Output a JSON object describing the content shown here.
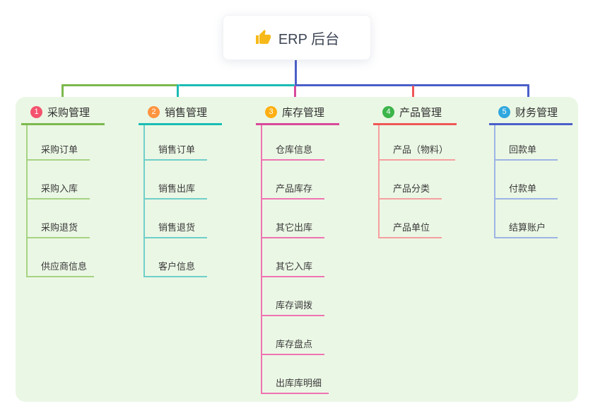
{
  "root": {
    "title": "ERP 后台",
    "icon": "thumbs-up-icon"
  },
  "colors": {
    "canvas_bg": "#ffffff",
    "panel_bg": "#ebf7e5",
    "root_connector": "#4a5fc9",
    "thumb_icon": "#f7b919",
    "root_text": "#3d4554",
    "node_text": "#3a3a3a"
  },
  "branches": [
    {
      "index": "1",
      "label": "采购管理",
      "line_color": "#7cb94e",
      "badge_color": "#f4536e",
      "child_line_color": "#a6d383",
      "children": [
        "采购订单",
        "采购入库",
        "采购退货",
        "供应商信息"
      ]
    },
    {
      "index": "2",
      "label": "销售管理",
      "line_color": "#1bbcb4",
      "badge_color": "#ff9440",
      "child_line_color": "#6fcfc9",
      "children": [
        "销售订单",
        "销售出库",
        "销售退货",
        "客户信息"
      ]
    },
    {
      "index": "3",
      "label": "库存管理",
      "line_color": "#d84a9b",
      "badge_color": "#ffaf13",
      "child_line_color": "#ee74b1",
      "children": [
        "仓库信息",
        "产品库存",
        "其它出库",
        "其它入库",
        "库存调拨",
        "库存盘点",
        "出库库明细"
      ]
    },
    {
      "index": "4",
      "label": "产品管理",
      "line_color": "#f05757",
      "badge_color": "#3cb54a",
      "child_line_color": "#f59f9f",
      "children": [
        "产品（物料）",
        "产品分类",
        "产品单位"
      ]
    },
    {
      "index": "5",
      "label": "财务管理",
      "line_color": "#4a5fc9",
      "badge_color": "#2fa7df",
      "child_line_color": "#9db4e4",
      "children": [
        "回款单",
        "付款单",
        "结算账户"
      ]
    }
  ]
}
